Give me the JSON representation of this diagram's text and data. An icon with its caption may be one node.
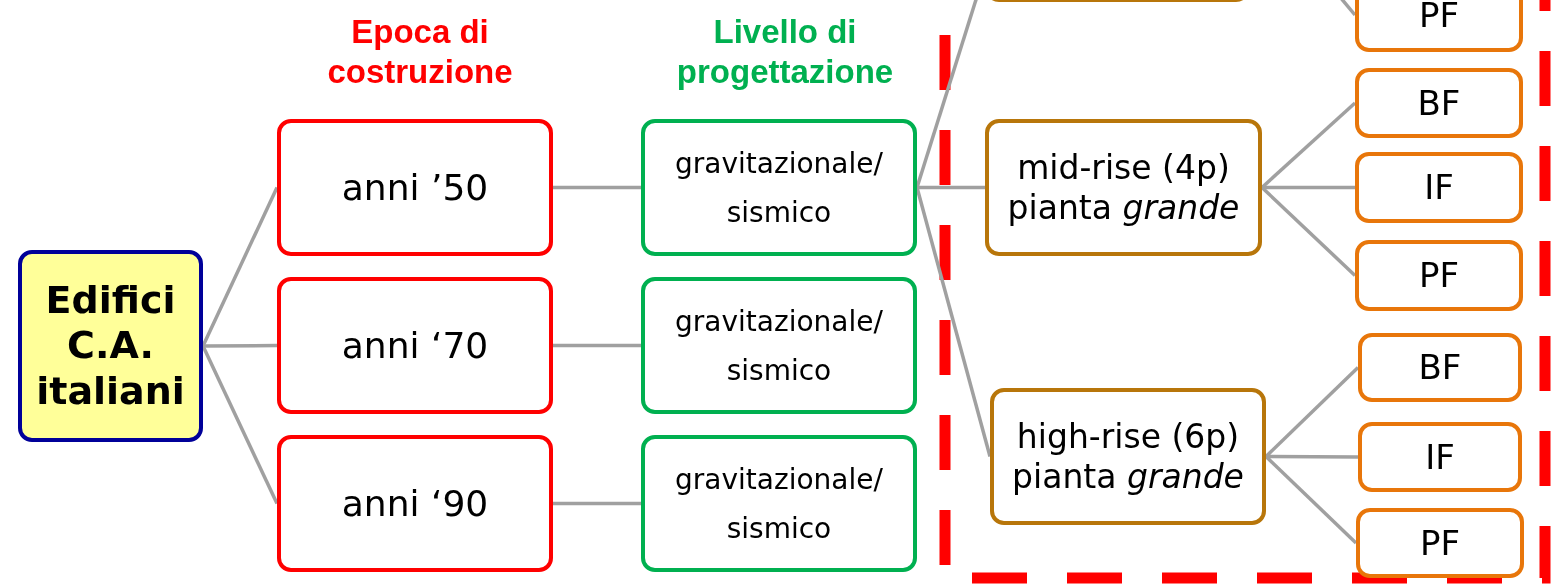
{
  "diagram": {
    "nodes": [
      {
        "text": [
          "Edifici C.A. italiani"
        ]
      },
      {
        "text": [
          "anni ’50"
        ]
      },
      {
        "text": [
          "anni ‘70"
        ]
      },
      {
        "text": [
          "anni ‘90"
        ]
      },
      {
        "text": [
          "gravitazionale/ sismico"
        ]
      },
      {
        "text": [
          "gravitazionale/ sismico"
        ]
      },
      {
        "text": [
          "gravitazionale/ sismico"
        ]
      },
      {
        "text": [],
        "shape": "box"
      },
      {
        "text": [
          "PF"
        ]
      },
      {
        "text": [
          "mid-rise (4p) pianta *grande*"
        ]
      },
      {
        "text": [
          "BF"
        ]
      },
      {
        "text": [
          "IF"
        ]
      },
      {
        "text": [
          "PF"
        ]
      },
      {
        "text": [
          "high-rise (6p) pianta *grande*"
        ]
      },
      {
        "text": [
          "BF"
        ]
      },
      {
        "text": [
          "IF"
        ]
      },
      {
        "text": [
          "PF"
        ]
      }
    ],
    "edges": [
      {
        "from": 0,
        "to": 1,
        "arrow": "none"
      },
      {
        "from": 0,
        "to": 2,
        "arrow": "none"
      },
      {
        "from": 0,
        "to": 3,
        "arrow": "none"
      },
      {
        "from": 1,
        "to": 4,
        "arrow": "none"
      },
      {
        "from": 2,
        "to": 5,
        "arrow": "none"
      },
      {
        "from": 3,
        "to": 6,
        "arrow": "none"
      },
      {
        "from": 4,
        "to": 7,
        "arrow": "none"
      },
      {
        "from": 4,
        "to": 9,
        "arrow": "none"
      },
      {
        "from": 4,
        "to": 13,
        "arrow": "none"
      },
      {
        "from": null,
        "to": 8,
        "arrow": "none"
      },
      {
        "from": 9,
        "to": 10,
        "arrow": "none"
      },
      {
        "from": 9,
        "to": 11,
        "arrow": "none"
      },
      {
        "from": 9,
        "to": 12,
        "arrow": "none"
      },
      {
        "from": 13,
        "to": 14,
        "arrow": "none"
      },
      {
        "from": 13,
        "to": 15,
        "arrow": "none"
      },
      {
        "from": 13,
        "to": 16,
        "arrow": "none"
      }
    ],
    "labels": [
      "Epoca di costruzione",
      "Livello di progettazione"
    ]
  }
}
